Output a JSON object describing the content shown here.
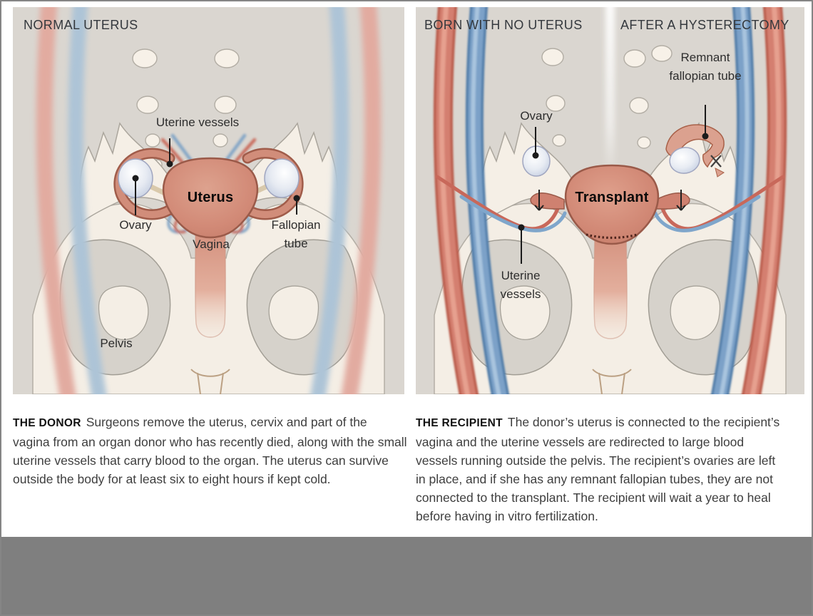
{
  "colors": {
    "page_bg": "#ffffff",
    "panel_bg": "#dad6d0",
    "bone_cream": "#f4eee5",
    "bone_outline": "#a9a49b",
    "hip_gray": "#d6d2cb",
    "organ_salmon": "#d28a77",
    "organ_outline": "#9a5a49",
    "vessel_red_strong": "#d47f6f",
    "vessel_blue_strong": "#7ba1c8",
    "vessel_red_soft": "#e2aba0",
    "vessel_blue_soft": "#adc4d7",
    "ovary_fill": "#dde3ee",
    "label_text": "#2d2d2d",
    "caption_text": "#3e3e3e",
    "bottom_bar": "#7f7f7f"
  },
  "donor_panel": {
    "header": "NORMAL UTERUS",
    "labels": {
      "uterine_vessels": "Uterine vessels",
      "uterus": "Uterus",
      "ovary": "Ovary",
      "vagina": "Vagina",
      "fallopian_tube": "Fallopian tube",
      "pelvis": "Pelvis"
    },
    "caption": {
      "lead": "THE DONOR",
      "body": "Surgeons remove the uterus, cervix and part of the vagina from an organ donor who has recently died, along with the small uterine vessels that carry blood to the organ. The uterus can survive outside the body for at least six to eight hours if kept cold."
    }
  },
  "recipient_panel": {
    "header_left": "BORN WITH NO UTERUS",
    "header_right": "AFTER A HYSTERECTOMY",
    "labels": {
      "ovary": "Ovary",
      "remnant_fallopian_tube": "Remnant fallopian tube",
      "transplant": "Transplant",
      "uterine_vessels": "Uterine vessels"
    },
    "caption": {
      "lead": "THE RECIPIENT",
      "body": "The donor’s uterus is connected to the recipient’s vagina and the uterine vessels are redirected to large blood vessels running outside the pelvis. The recipient’s ovaries are left in place, and if she has any remnant fallopian tubes, they are not connected to the transplant. The recipient will wait a year to heal before having in vitro fertilization."
    }
  }
}
